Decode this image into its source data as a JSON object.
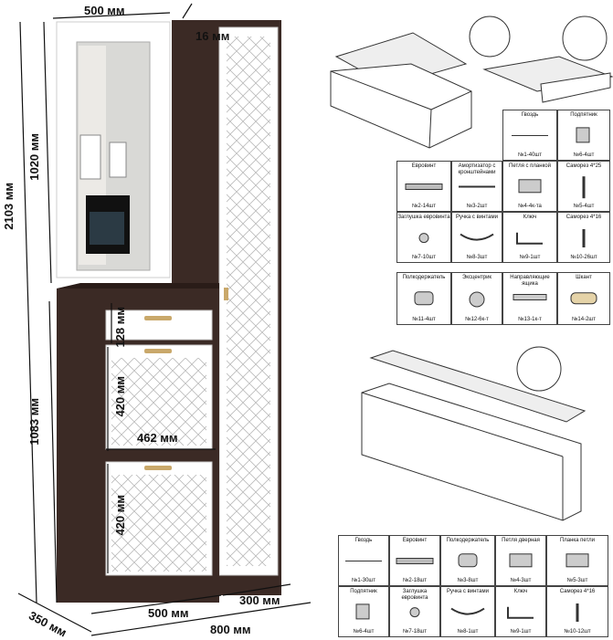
{
  "dimensions": {
    "top_width": "500 мм",
    "depth_mirror": "16 мм",
    "total_height": "2103 мм",
    "mirror_height": "1020 мм",
    "lower_height": "1083 мм",
    "drawer_height": "128 мм",
    "door1_height": "420 мм",
    "inner_width": "462 мм",
    "door2_height": "420 мм",
    "depth": "350 мм",
    "bottom_width": "500 мм",
    "column_width": "300 мм",
    "total_width": "800 мм"
  },
  "parts_top": [
    {
      "name": "Гвоздь",
      "count": "№1-40шт",
      "icon": "nail-icon"
    },
    {
      "name": "Подпятник",
      "count": "№6-4шт",
      "icon": "foot-pad-icon"
    },
    {
      "name": "Евровинт",
      "count": "№2-14шт",
      "icon": "euroscrew-icon"
    },
    {
      "name": "Амортизатор с кронштейнами",
      "count": "№3-2шт",
      "icon": "damper-icon"
    },
    {
      "name": "Петля с планкой",
      "count": "№4-4к-та",
      "icon": "hinge-plate-icon"
    },
    {
      "name": "Саморез 4*25",
      "count": "№5-4шт",
      "icon": "screw-icon"
    },
    {
      "name": "Заглушка евровинта",
      "count": "№7-10шт",
      "icon": "cap-icon"
    },
    {
      "name": "Ручка с винтами",
      "count": "№8-3шт",
      "icon": "handle-icon"
    },
    {
      "name": "Ключ",
      "count": "№9-1шт",
      "icon": "hex-key-icon"
    },
    {
      "name": "Саморез 4*16",
      "count": "№10-26шт",
      "icon": "screw-icon"
    },
    {
      "name": "Полкодержатель",
      "count": "№11-4шт",
      "icon": "shelf-support-icon"
    },
    {
      "name": "Эксцентрик",
      "count": "№12-6к-т",
      "icon": "eccentric-icon"
    },
    {
      "name": "Направляющие ящика",
      "count": "№13-1к-т",
      "icon": "drawer-rail-icon"
    },
    {
      "name": "Шкант",
      "count": "№14-2шт",
      "icon": "dowel-icon"
    }
  ],
  "parts_bottom": [
    {
      "name": "Гвоздь",
      "count": "№1-30шт",
      "icon": "nail-icon"
    },
    {
      "name": "Евровинт",
      "count": "№2-18шт",
      "icon": "euroscrew-icon"
    },
    {
      "name": "Полкодержатель",
      "count": "№3-8шт",
      "icon": "shelf-support-icon"
    },
    {
      "name": "Петля дверная",
      "count": "№4-3шт",
      "icon": "door-hinge-icon"
    },
    {
      "name": "Планка петли",
      "count": "№5-3шт",
      "icon": "hinge-plate-icon"
    },
    {
      "name": "Подпятник",
      "count": "№6-4шт",
      "icon": "foot-pad-icon"
    },
    {
      "name": "Заглушка евровинта",
      "count": "№7-18шт",
      "icon": "cap-icon"
    },
    {
      "name": "Ручка с винтами",
      "count": "№8-1шт",
      "icon": "handle-icon"
    },
    {
      "name": "Ключ",
      "count": "№9-1шт",
      "icon": "hex-key-icon"
    },
    {
      "name": "Саморез 4*16",
      "count": "№10-12шт",
      "icon": "screw-icon"
    }
  ],
  "colors": {
    "wenge": "#3b2a25",
    "wenge_dark": "#2a1c18",
    "white": "#ffffff",
    "line": "#444444"
  }
}
